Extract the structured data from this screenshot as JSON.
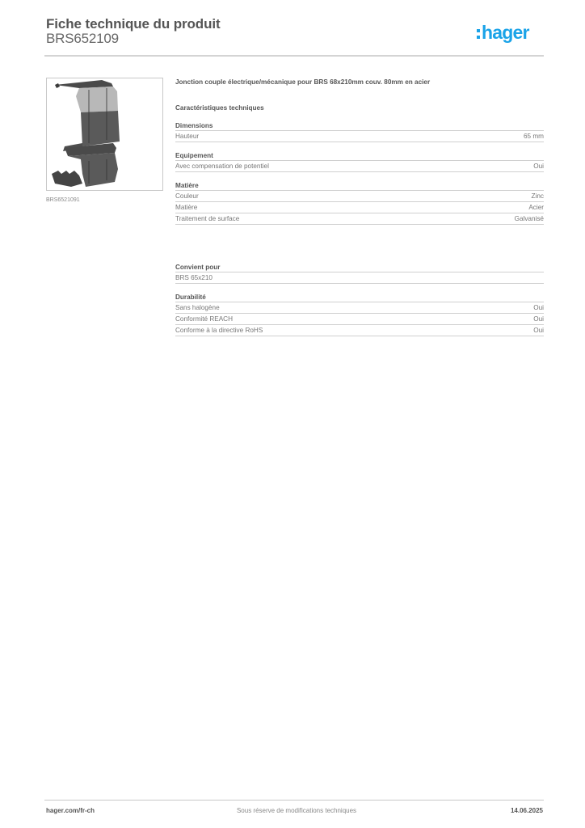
{
  "header": {
    "title": "Fiche technique du produit",
    "sku": "BRS652109",
    "logo_text": "hager",
    "brand_color": "#1aa3e8"
  },
  "image": {
    "icon": "product-photo-cable-trunking-junction",
    "caption": "BRS6521091"
  },
  "product": {
    "description": "Jonction couple électrique/mécanique pour BRS 68x210mm couv. 80mm en acier",
    "characteristics_title": "Caractéristiques techniques"
  },
  "groups": [
    {
      "title": "Dimensions",
      "rows": [
        {
          "label": "Hauteur",
          "value": "65 mm"
        }
      ]
    },
    {
      "title": "Equipement",
      "rows": [
        {
          "label": "Avec compensation de potentiel",
          "value": "Oui"
        }
      ]
    },
    {
      "title": "Matière",
      "rows": [
        {
          "label": "Couleur",
          "value": "Zinc"
        },
        {
          "label": "Matière",
          "value": "Acier"
        },
        {
          "label": "Traitement de surface",
          "value": "Galvanisé"
        }
      ]
    },
    {
      "title": "Convient pour",
      "rows": [
        {
          "label": "BRS 65x210",
          "value": ""
        }
      ]
    },
    {
      "title": "Durabilité",
      "rows": [
        {
          "label": "Sans halogène",
          "value": "Oui"
        },
        {
          "label": "Conformité REACH",
          "value": "Oui"
        },
        {
          "label": "Conforme à la directive RoHS",
          "value": "Oui"
        }
      ]
    }
  ],
  "footer": {
    "website": "hager.com/fr-ch",
    "disclaimer": "Sous réserve de modifications techniques",
    "date": "14.06.2025"
  }
}
